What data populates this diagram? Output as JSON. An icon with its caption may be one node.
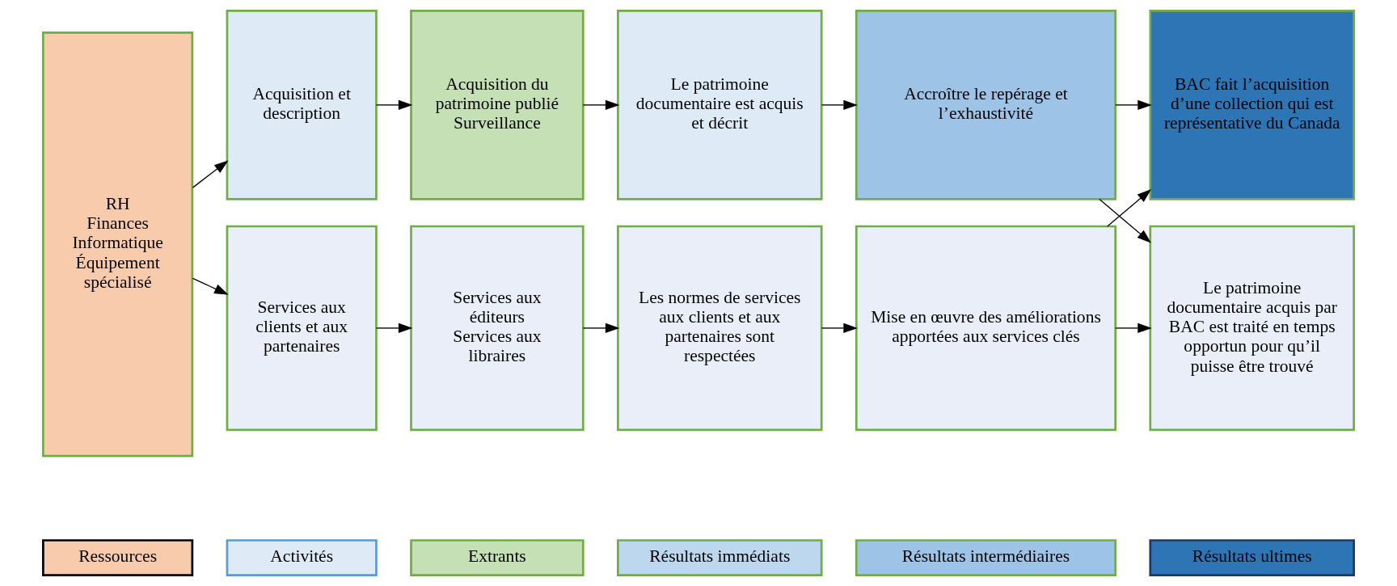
{
  "diagram": {
    "nodes": [
      {
        "text": [
          "Ressources"
        ]
      },
      {
        "text": [
          "Activités"
        ]
      },
      {
        "text": [
          "Extrants"
        ]
      },
      {
        "text": [
          "Résultats immédiats"
        ]
      },
      {
        "text": [
          "Résultats intermédiaires"
        ]
      },
      {
        "text": [
          "Résultats ultimes"
        ]
      },
      {
        "text": [
          "RH",
          "Finances",
          "Informatique",
          "Équipement spécialisé"
        ]
      },
      {
        "text": [
          "Acquisition et description"
        ]
      },
      {
        "text": [
          "Acquisition du patrimoine publié",
          "Surveillance"
        ]
      },
      {
        "text": [
          "Le patrimoine documentaire est acquis et décrit"
        ]
      },
      {
        "text": [
          "Accroître le repérage et l’exhaustivité"
        ]
      },
      {
        "text": [
          "BAC fait l’acquisition d’une collection qui est représentative du Canada"
        ]
      },
      {
        "text": [
          "Services aux clients et aux partenaires"
        ]
      },
      {
        "text": [
          "Services aux éditeurs",
          "Services aux libraires"
        ]
      },
      {
        "text": [
          "Les normes de services aux clients et aux partenaires sont respectées"
        ]
      },
      {
        "text": [
          "Mise en œuvre des améliorations apportées aux services clés"
        ]
      },
      {
        "text": [
          "Le patrimoine documentaire acquis par BAC est traité en temps opportun pour qu’il puisse être trouvé"
        ]
      }
    ],
    "edges": [
      {
        "from": 6,
        "to": 7,
        "arrow": "to"
      },
      {
        "from": 6,
        "to": 12,
        "arrow": "to"
      },
      {
        "from": 7,
        "to": 8,
        "arrow": "to"
      },
      {
        "from": 8,
        "to": 9,
        "arrow": "to"
      },
      {
        "from": 9,
        "to": 10,
        "arrow": "to"
      },
      {
        "from": 12,
        "to": 13,
        "arrow": "to"
      },
      {
        "from": 13,
        "to": 14,
        "arrow": "to"
      },
      {
        "from": 14,
        "to": 15,
        "arrow": "to"
      },
      {
        "from": 10,
        "to": 11,
        "arrow": "to"
      },
      {
        "from": 10,
        "to": 16,
        "arrow": "to"
      },
      {
        "from": 15,
        "to": 11,
        "arrow": "to"
      },
      {
        "from": 15,
        "to": 16,
        "arrow": "to"
      }
    ]
  }
}
